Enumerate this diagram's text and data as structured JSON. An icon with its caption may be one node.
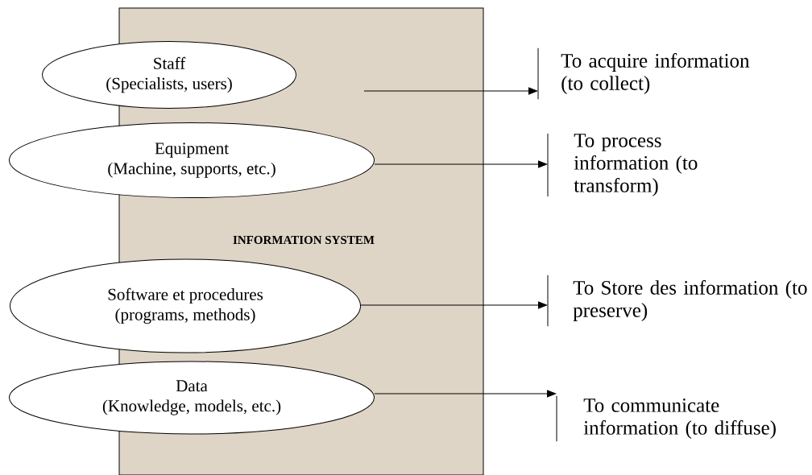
{
  "diagram": {
    "nodes": [
      {
        "text": [
          "INFORMATION SYSTEM"
        ]
      },
      {
        "text": [
          "Staff",
          "(Specialists, users)"
        ]
      },
      {
        "text": [
          "Equipment",
          "(Machine, supports, etc.)"
        ]
      },
      {
        "text": [
          "Software et procedures",
          "(programs, methods)"
        ]
      },
      {
        "text": [
          "Data",
          "(Knowledge, models, etc.)"
        ]
      },
      {
        "text": [
          "To acquire information (to collect)"
        ]
      },
      {
        "text": [
          "To process information (to transform)"
        ]
      },
      {
        "text": [
          "To Store des information (to preserve)"
        ]
      },
      {
        "text": [
          "To communicate information (to diffuse)"
        ]
      }
    ],
    "edges": [
      {
        "from": null,
        "to": 5,
        "arrow": "to"
      },
      {
        "from": 2,
        "to": 6,
        "arrow": "to"
      },
      {
        "from": 3,
        "to": 7,
        "arrow": "to"
      },
      {
        "from": 4,
        "to": 8,
        "arrow": "to"
      }
    ]
  }
}
